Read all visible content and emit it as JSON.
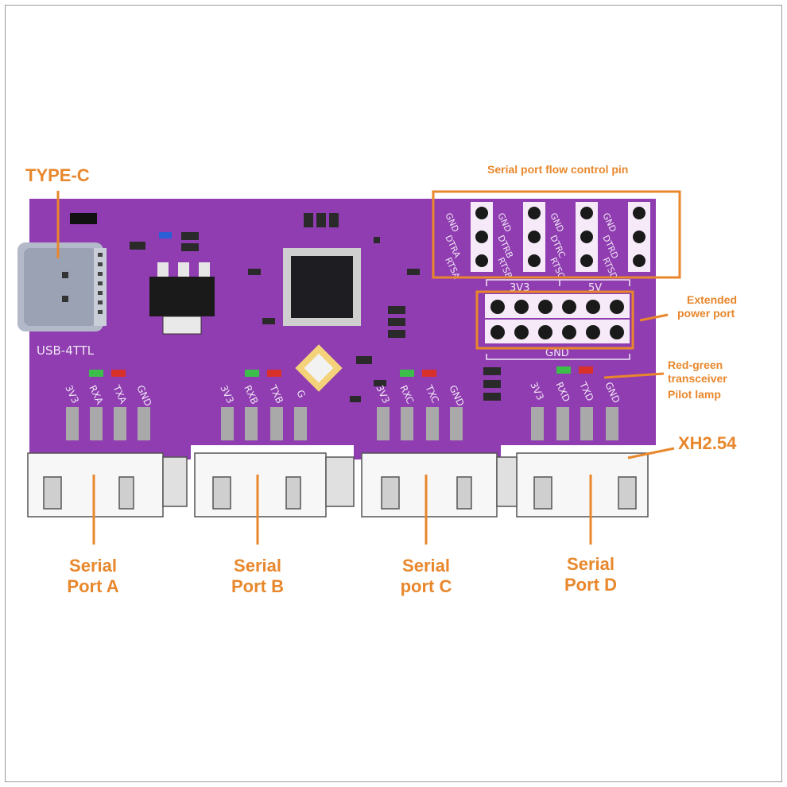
{
  "callouts": {
    "type_c": "TYPE-C",
    "flow_control": "Serial port flow control pin",
    "ext_power_1": "Extended",
    "ext_power_2": "power port",
    "pilot_1": "Red-green",
    "pilot_2": "transceiver",
    "pilot_3": "Pilot lamp",
    "xh": "XH2.54"
  },
  "ports": [
    {
      "line1": "Serial",
      "line2": "Port A"
    },
    {
      "line1": "Serial",
      "line2": "Port B"
    },
    {
      "line1": "Serial",
      "line2": "port C"
    },
    {
      "line1": "Serial",
      "line2": "Port D"
    }
  ],
  "silkscreen": {
    "board_name": "USB-4TTL",
    "header_3v3": "3V3",
    "header_5v": "5V",
    "header_gnd": "GND",
    "flow_groups": [
      {
        "gnd": "GND",
        "dtr": "DTRA",
        "rts": "RTSA"
      },
      {
        "gnd": "GND",
        "dtr": "DTRB",
        "rts": "RTSB"
      },
      {
        "gnd": "GND",
        "dtr": "DTRC",
        "rts": "RTSC"
      },
      {
        "gnd": "GND",
        "dtr": "DTRD",
        "rts": "RTSD"
      }
    ],
    "port_pins": [
      [
        "3V3",
        "RXA",
        "TXA",
        "GND"
      ],
      [
        "3V3",
        "RXB",
        "TXB",
        "G"
      ],
      [
        "3V3",
        "RXC",
        "TXC",
        "GND"
      ],
      [
        "3V3",
        "RXD",
        "TXD",
        "GND"
      ]
    ]
  },
  "colors": {
    "pcb": "#8f3db0",
    "callout": "#e8872c",
    "silkscreen": "#f1e6f6"
  }
}
